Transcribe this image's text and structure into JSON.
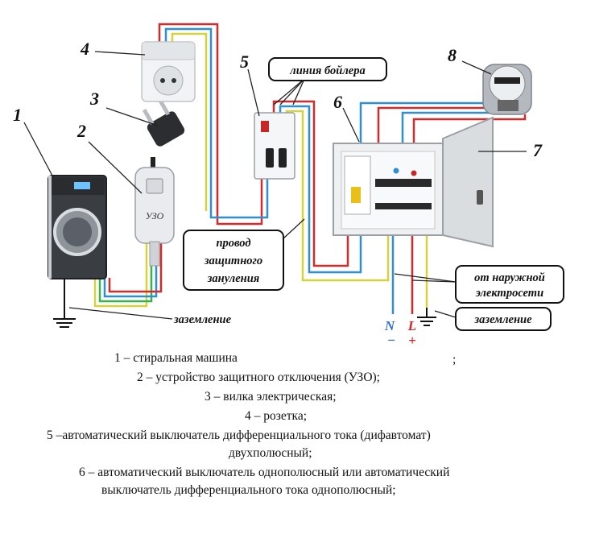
{
  "diagram": {
    "numbers": [
      "1",
      "2",
      "3",
      "4",
      "5",
      "6",
      "7",
      "8"
    ],
    "labels": {
      "boiler_line": "линия бойлера",
      "protective_wire": [
        "провод",
        "защитного",
        "зануления"
      ],
      "external_grid": [
        "от наружной",
        "электросети"
      ],
      "grounding_left": "заземление",
      "grounding_right": "заземление",
      "device_rcd": "УЗО",
      "neutral": "N",
      "line": "L",
      "minus": "−",
      "plus": "+"
    },
    "colors": {
      "phase_wire": "#d42a2a",
      "neutral_wire": "#2f8fd0",
      "ground_wire": "#d6d23a",
      "ground_green": "#37b24d",
      "neutral_sign": "#2f6fd8",
      "line_sign": "#e02020"
    }
  },
  "caption": {
    "lines": [
      "1 – стиральная машина",
      ";",
      "2 – устройство защитного отключения (УЗО);",
      "3 – вилка электрическая;",
      "4 – розетка;",
      "5 –автоматический выключатель дифференциального тока (дифавтомат)",
      "двухполюсный;",
      "6 – автоматический выключатель однополюсный или автоматический",
      "выключатель дифференциального тока однополюсный;"
    ]
  }
}
